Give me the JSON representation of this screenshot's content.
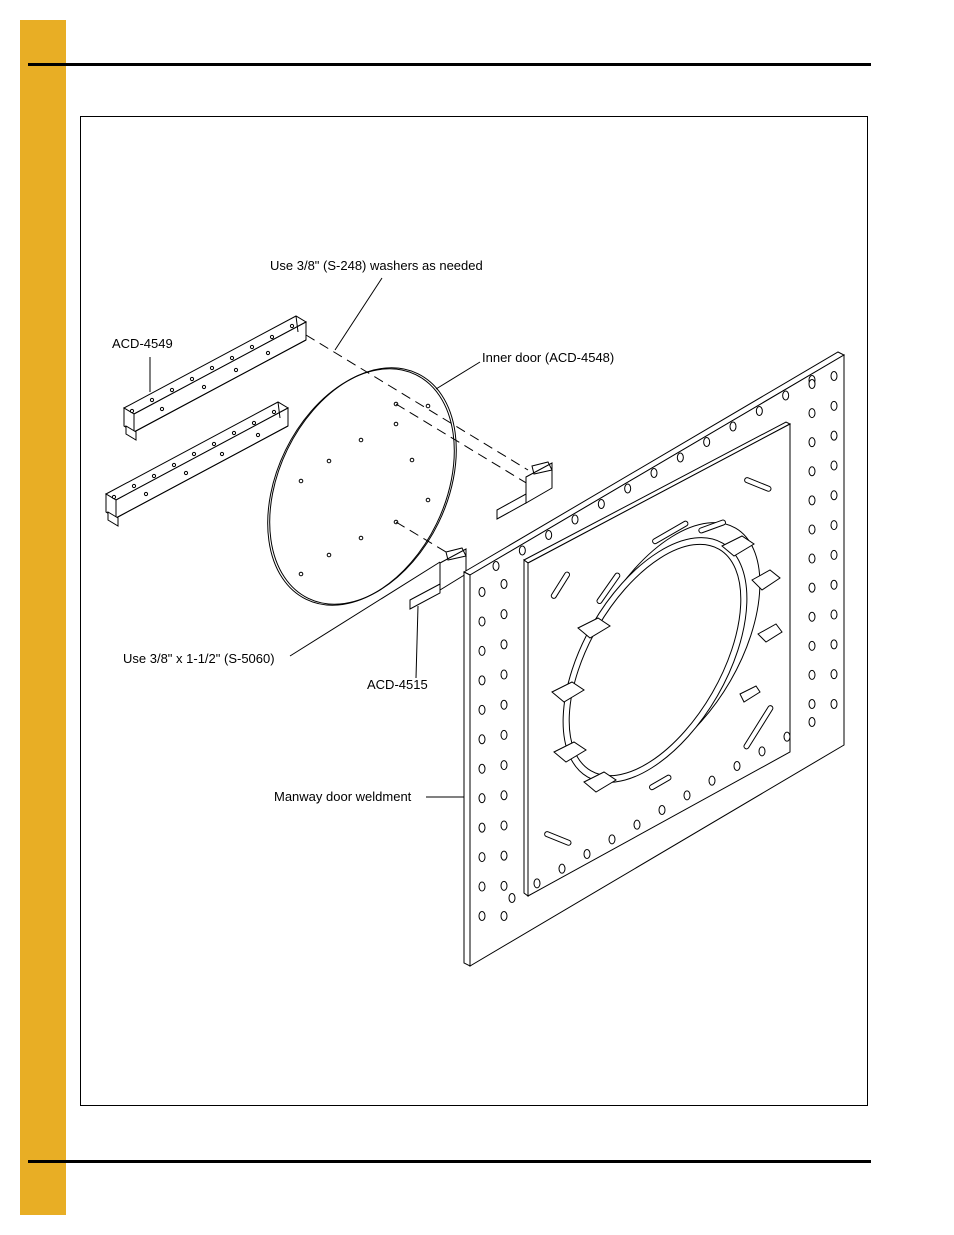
{
  "page": {
    "accent_color": "#E8AE25"
  },
  "figure": {
    "callouts": {
      "washers": "Use 3/8\" (S-248) washers as needed",
      "channel": "ACD-4549",
      "inner_door": "Inner door (ACD-4548)",
      "bolts": "Use 3/8\" x 1-1/2\" (S-5060)",
      "bracket": "ACD-4515",
      "weldment": "Manway door weldment"
    }
  }
}
